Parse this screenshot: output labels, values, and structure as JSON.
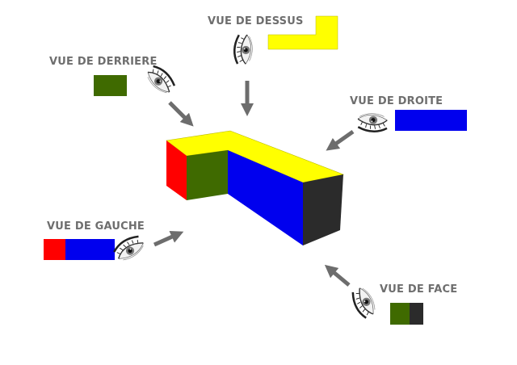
{
  "views": {
    "top": {
      "label": "VUE DE DESSUS"
    },
    "back": {
      "label": "VUE DE DERRIERE"
    },
    "right": {
      "label": "VUE DE DROITE"
    },
    "left": {
      "label": "VUE DE GAUCHE"
    },
    "front": {
      "label": "VUE DE FACE"
    }
  },
  "colors": {
    "yellow": "#ffff00",
    "green": "#3f6a00",
    "blue": "#0000ee",
    "red": "#ff0000",
    "dark": "#2b2b2b",
    "arrow": "#6d6d6d",
    "label": "#6e6e6e"
  }
}
